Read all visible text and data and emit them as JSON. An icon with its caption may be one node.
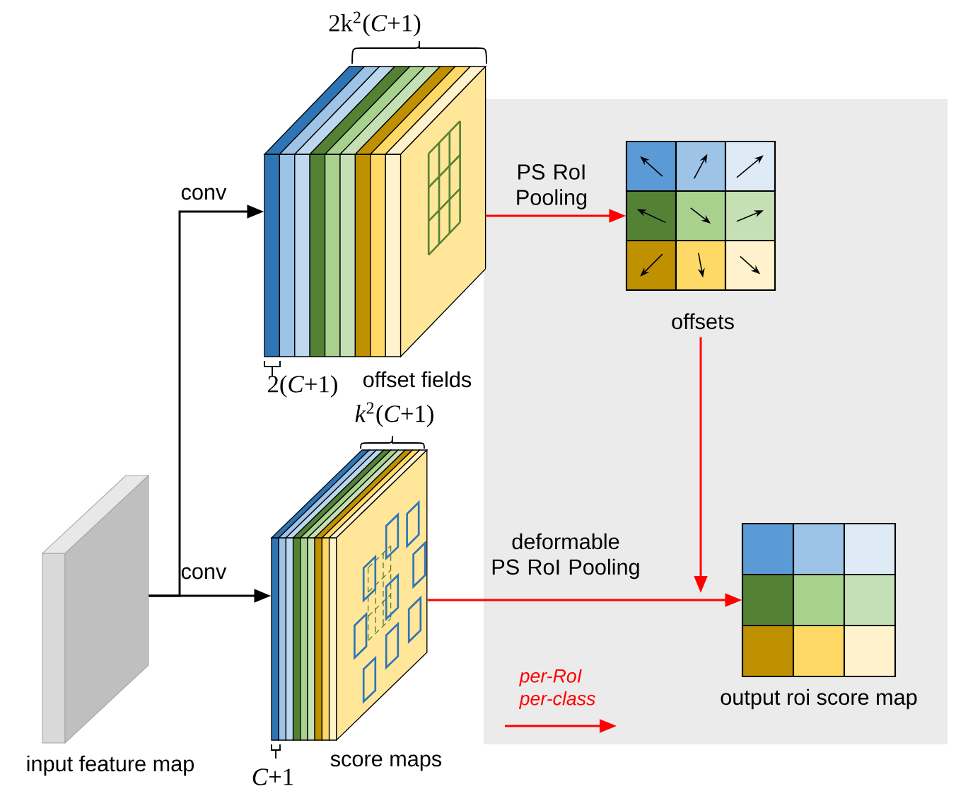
{
  "diagram": {
    "nodes": [
      {
        "text": [],
        "shape": "box",
        "beside": [
          "input feature map"
        ]
      },
      {
        "text": [],
        "shape": "picture",
        "beside": [
          "offset fields"
        ]
      },
      {
        "text": [],
        "shape": "picture",
        "beside": [
          "score maps"
        ]
      },
      {
        "text": [],
        "shape": "picture",
        "beside": [
          "offsets"
        ]
      },
      {
        "text": [],
        "shape": "picture",
        "beside": [
          "output roi score map"
        ]
      }
    ],
    "edges": [
      {
        "from": 0,
        "to": 1,
        "arrow": "to",
        "label": "conv",
        "color": "#000000"
      },
      {
        "from": 0,
        "to": 2,
        "arrow": "to",
        "label": "conv",
        "color": "#000000"
      },
      {
        "from": 1,
        "to": 3,
        "arrow": "to",
        "label": "PS RoI Pooling"
      },
      {
        "from": 3,
        "to": 4,
        "arrow": "to"
      },
      {
        "from": 2,
        "to": 4,
        "arrow": "to",
        "label": "deformable PS RoI Pooling"
      }
    ],
    "labels": [
      "2k$^{2}$(*C*+1)",
      "2(*C*+1)",
      "*k*$^{2}$(*C*+1)",
      "*C*+1"
    ],
    "legend": [
      {
        "text": "*per-RoI per-class*"
      }
    ]
  }
}
